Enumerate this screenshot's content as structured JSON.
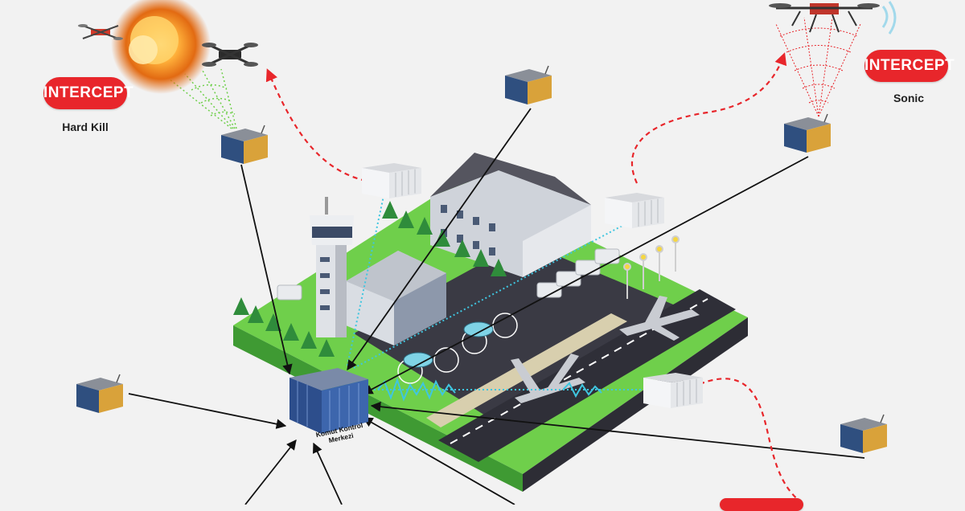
{
  "labels": {
    "intercept_left": "INTERCEPT",
    "hard_kill": "Hard Kill",
    "intercept_right": "INTERCEPT",
    "sonic": "Sonic",
    "hq_line1": "Komut Kontrol",
    "hq_line2": "Merkezi"
  },
  "colors": {
    "intercept_red": "#e8262b",
    "signal_cyan": "#3fc6e0",
    "grass_green": "#6fcf4b",
    "asphalt": "#3a3a44",
    "background": "#f2f2f2"
  },
  "icons": {
    "sensor": "sensor-container-icon",
    "jammer": "jammer-container-icon",
    "drone": "quadcopter-drone-icon",
    "explosion": "explosion-icon",
    "command": "command-center-icon"
  }
}
